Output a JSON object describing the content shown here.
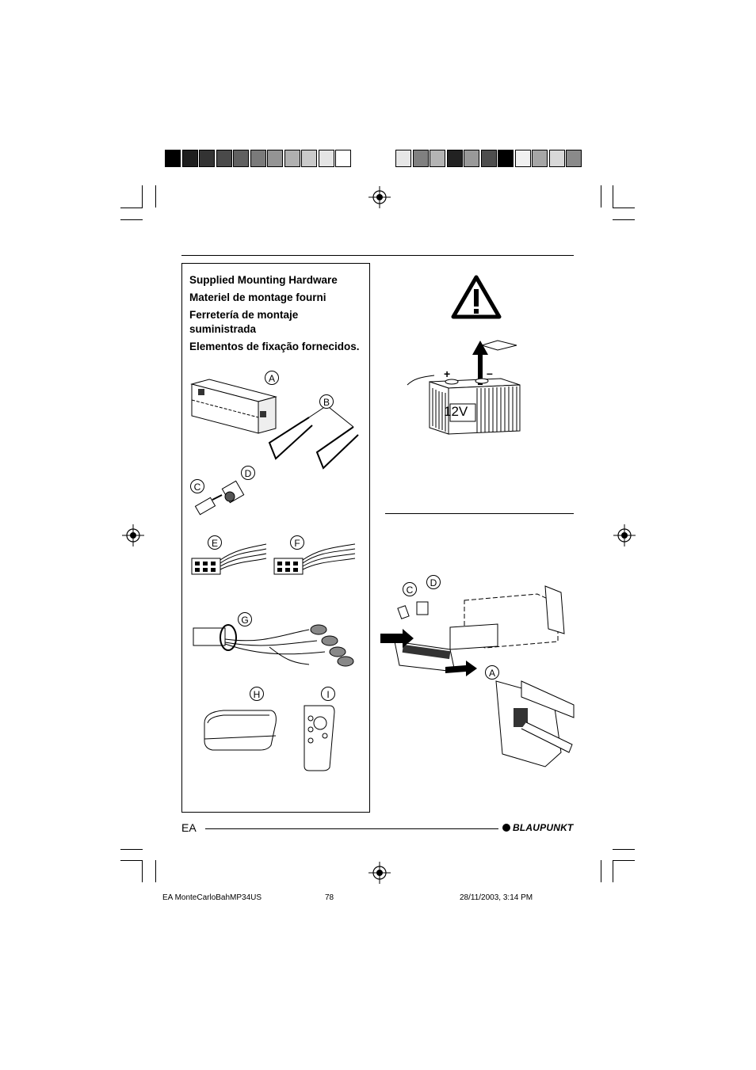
{
  "color_bar_left": [
    "#000000",
    "#1e1e1e",
    "#333333",
    "#4a4a4a",
    "#606060",
    "#7a7a7a",
    "#949494",
    "#b0b0b0",
    "#cacaca",
    "#e4e4e4",
    "#ffffff"
  ],
  "color_bar_right": [
    "#e6e6e6",
    "#808080",
    "#b4b4b4",
    "#222222",
    "#999999",
    "#4e4e4e",
    "#000000",
    "#f0f0f0",
    "#a6a6a6",
    "#d8d8d8",
    "#8a8a8a"
  ],
  "hardware": {
    "titles": [
      "Supplied Mounting Hardware",
      "Materiel de montage fourni",
      "Ferretería de montaje suministrada",
      "Elementos de fixação fornecidos."
    ],
    "labels": {
      "a": "A",
      "b": "B",
      "c": "C",
      "d": "D",
      "e": "E",
      "f": "F",
      "g": "G",
      "h": "H",
      "i": "I"
    }
  },
  "battery": {
    "voltage": "12V",
    "plus": "+",
    "minus": "–"
  },
  "install": {
    "labels": {
      "c": "C",
      "d": "D",
      "a": "A"
    }
  },
  "page": {
    "section_code": "EA",
    "brand": "BLAUPUNKT"
  },
  "footer": {
    "file": "EA MonteCarloBahMP34US",
    "page_number": "78",
    "date": "28/11/2003, 3:14 PM"
  }
}
